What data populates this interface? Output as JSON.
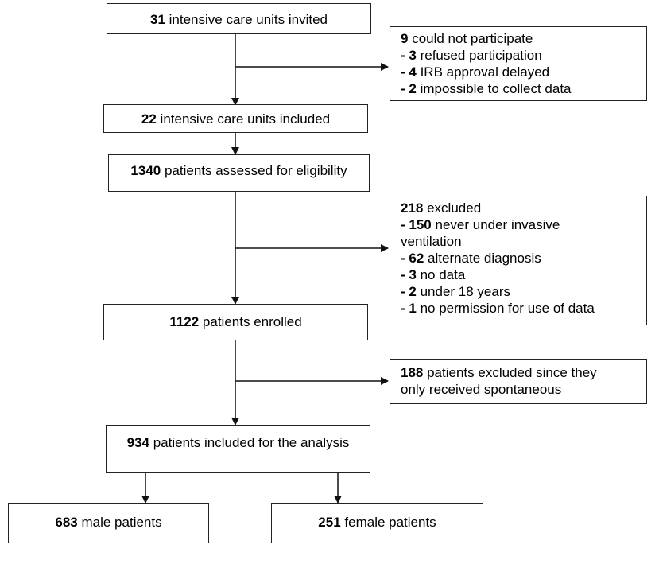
{
  "boxes": {
    "invited": {
      "num": "31",
      "text": " intensive care units invited"
    },
    "included_units": {
      "num": "22",
      "text": " intensive care units included"
    },
    "assessed": {
      "num": "1340",
      "text": " patients assessed for eligibility"
    },
    "enrolled": {
      "num": "1122",
      "text": " patients enrolled"
    },
    "analysis": {
      "num": "934",
      "text": " patients included for the analysis"
    },
    "male": {
      "num": "683",
      "text": " male patients"
    },
    "female": {
      "num": "251",
      "text": " female patients"
    }
  },
  "side_boxes": {
    "not_participate": {
      "header": {
        "num": "9",
        "text": " could not participate"
      },
      "items": [
        {
          "prefix": "- ",
          "num": "3",
          "text": " refused participation"
        },
        {
          "prefix": "- ",
          "num": "4",
          "text": " IRB approval delayed"
        },
        {
          "prefix": "- ",
          "num": "2",
          "text": " impossible to collect data"
        }
      ]
    },
    "excluded": {
      "header": {
        "num": "218",
        "text": " excluded"
      },
      "items": [
        {
          "prefix": "- ",
          "num": "150",
          "text": " never under invasive"
        },
        {
          "prefix": "",
          "num": "",
          "text": "ventilation"
        },
        {
          "prefix": "- ",
          "num": "62",
          "text": " alternate diagnosis"
        },
        {
          "prefix": "- ",
          "num": "3",
          "text": " no data"
        },
        {
          "prefix": "- ",
          "num": "2",
          "text": " under 18 years"
        },
        {
          "prefix": "- ",
          "num": "1",
          "text": " no permission for use of data"
        }
      ]
    },
    "spontaneous": {
      "lines": [
        {
          "num": "188",
          "text": " patients excluded since they"
        },
        {
          "num": "",
          "text": "only received spontaneous"
        }
      ]
    }
  }
}
